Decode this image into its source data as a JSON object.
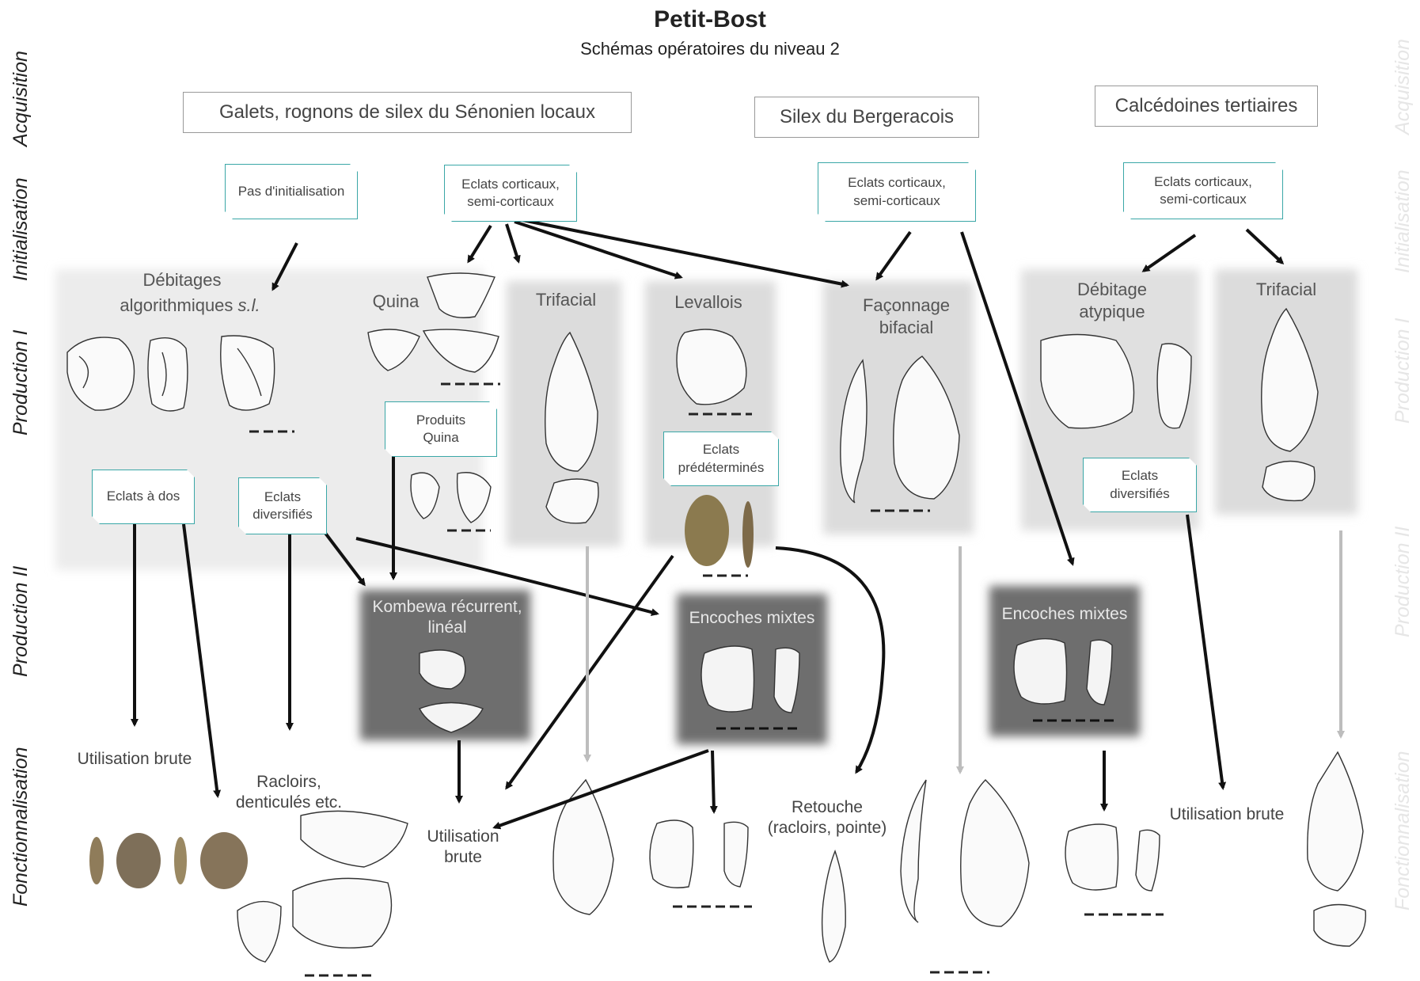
{
  "title": "Petit-Bost",
  "subtitle": "Schémas opératoires du niveau  2",
  "axis_labels": [
    "Acquisition",
    "Initialisation",
    "Production I",
    "Production II",
    "Fonctionnalisation"
  ],
  "sources": {
    "s1": "Galets, rognons de silex du Sénonien locaux",
    "s2": "Silex du Bergeracois",
    "s3": "Calcédoines tertiaires"
  },
  "initialisation": {
    "pas_init": "Pas d'initialisation",
    "ec1": "Eclats corticaux,\nsemi-corticaux",
    "ec2": "Eclats corticaux,\nsemi-corticaux",
    "ec3": "Eclats corticaux,\nsemi-corticaux"
  },
  "production1": {
    "debitages": "Débitages",
    "algo": "algorithmiques ",
    "algo_sl": "s.l.",
    "quina": "Quina",
    "trifacial1": "Trifacial",
    "levallois": "Levallois",
    "faconnage": "Façonnage\nbifacial",
    "debitage_atyp": "Débitage\natypique",
    "trifacial2": "Trifacial"
  },
  "callouts": {
    "produits_quina": "Produits\nQuina",
    "eclats_predet": "Eclats\nprédéterminés",
    "eclats_dos": "Eclats à dos",
    "eclats_div1": "Eclats\ndiversifiés",
    "eclats_div2": "Eclats\ndiversifiés"
  },
  "production2": {
    "kombewa": "Kombewa récurrent,\nlinéal",
    "encoches1": "Encoches mixtes",
    "encoches2": "Encoches mixtes"
  },
  "fonctionnalisation": {
    "util1": "Utilisation brute",
    "racloirs": "Racloirs,\ndenticulés etc.",
    "util2": "Utilisation\nbrute",
    "retouche": "Retouche\n(racloirs, pointe)",
    "util3": "Utilisation brute"
  },
  "colors": {
    "callout_border": "#3aa7a7",
    "dark_panel": "#6e6e6e",
    "light_panel": "#ebebeb",
    "mid_panel": "#d9d9d9",
    "arrow": "#111111",
    "arrow_gray": "#bdbdbd"
  }
}
